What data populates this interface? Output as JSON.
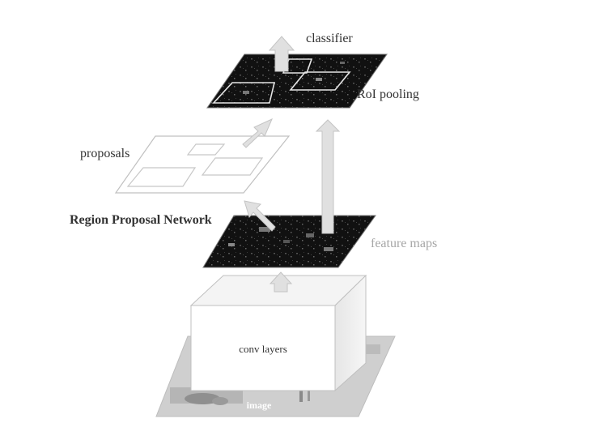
{
  "labels": {
    "classifier": "classifier",
    "roi_pooling": "RoI pooling",
    "proposals": "proposals",
    "rpn": "Region Proposal Network",
    "feature_maps": "feature maps",
    "conv_layers": "conv layers",
    "image": "image"
  },
  "colors": {
    "feature_map_fill": "#111111",
    "arrow_fill": "#e0e0e0",
    "arrow_stroke": "#c4c4c4",
    "text_dark": "#333333",
    "text_gray": "#a6a6a6",
    "box_stroke": "#c0c0c0"
  }
}
